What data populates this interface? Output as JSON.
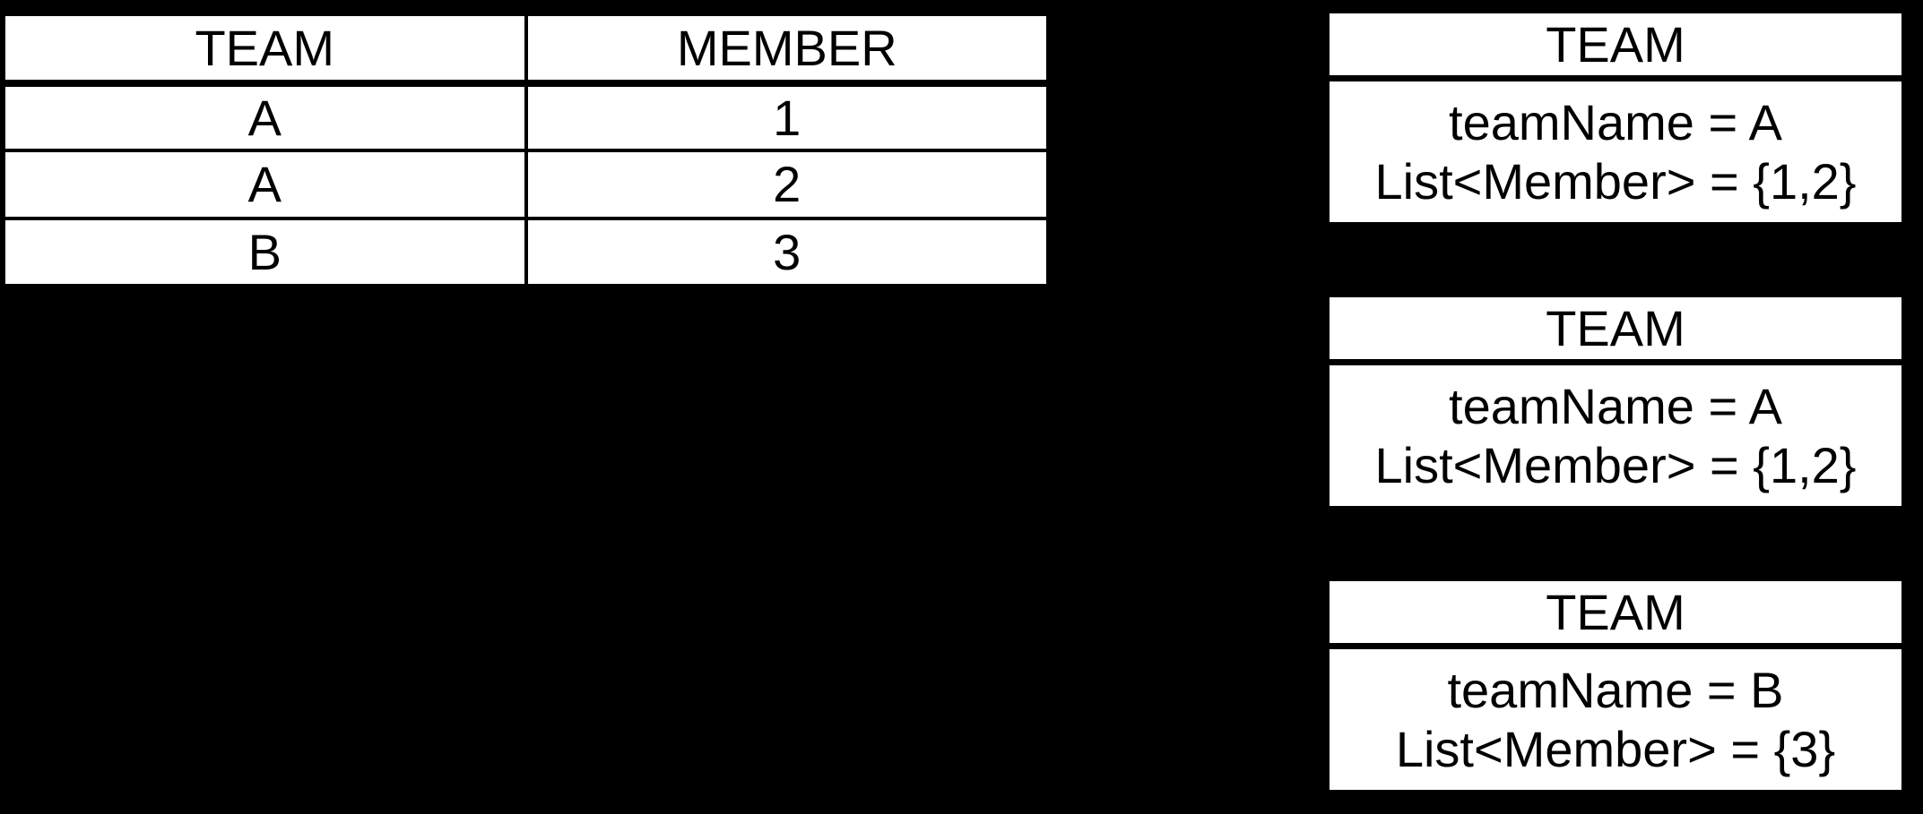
{
  "colors": {
    "background": "#000000",
    "panel": "#ffffff",
    "line": "#000000",
    "text": "#000000"
  },
  "relational_table": {
    "columns": {
      "team": "TEAM",
      "member": "MEMBER"
    },
    "rows": [
      {
        "team": "A",
        "member": "1"
      },
      {
        "team": "A",
        "member": "2"
      },
      {
        "team": "B",
        "member": "3"
      }
    ]
  },
  "objects": [
    {
      "title": "TEAM",
      "lines": {
        "name": "teamName = A",
        "members": "List<Member> = {1,2}"
      }
    },
    {
      "title": "TEAM",
      "lines": {
        "name": "teamName = A",
        "members": "List<Member> = {1,2}"
      }
    },
    {
      "title": "TEAM",
      "lines": {
        "name": "teamName = B",
        "members": "List<Member> = {3}"
      }
    }
  ]
}
